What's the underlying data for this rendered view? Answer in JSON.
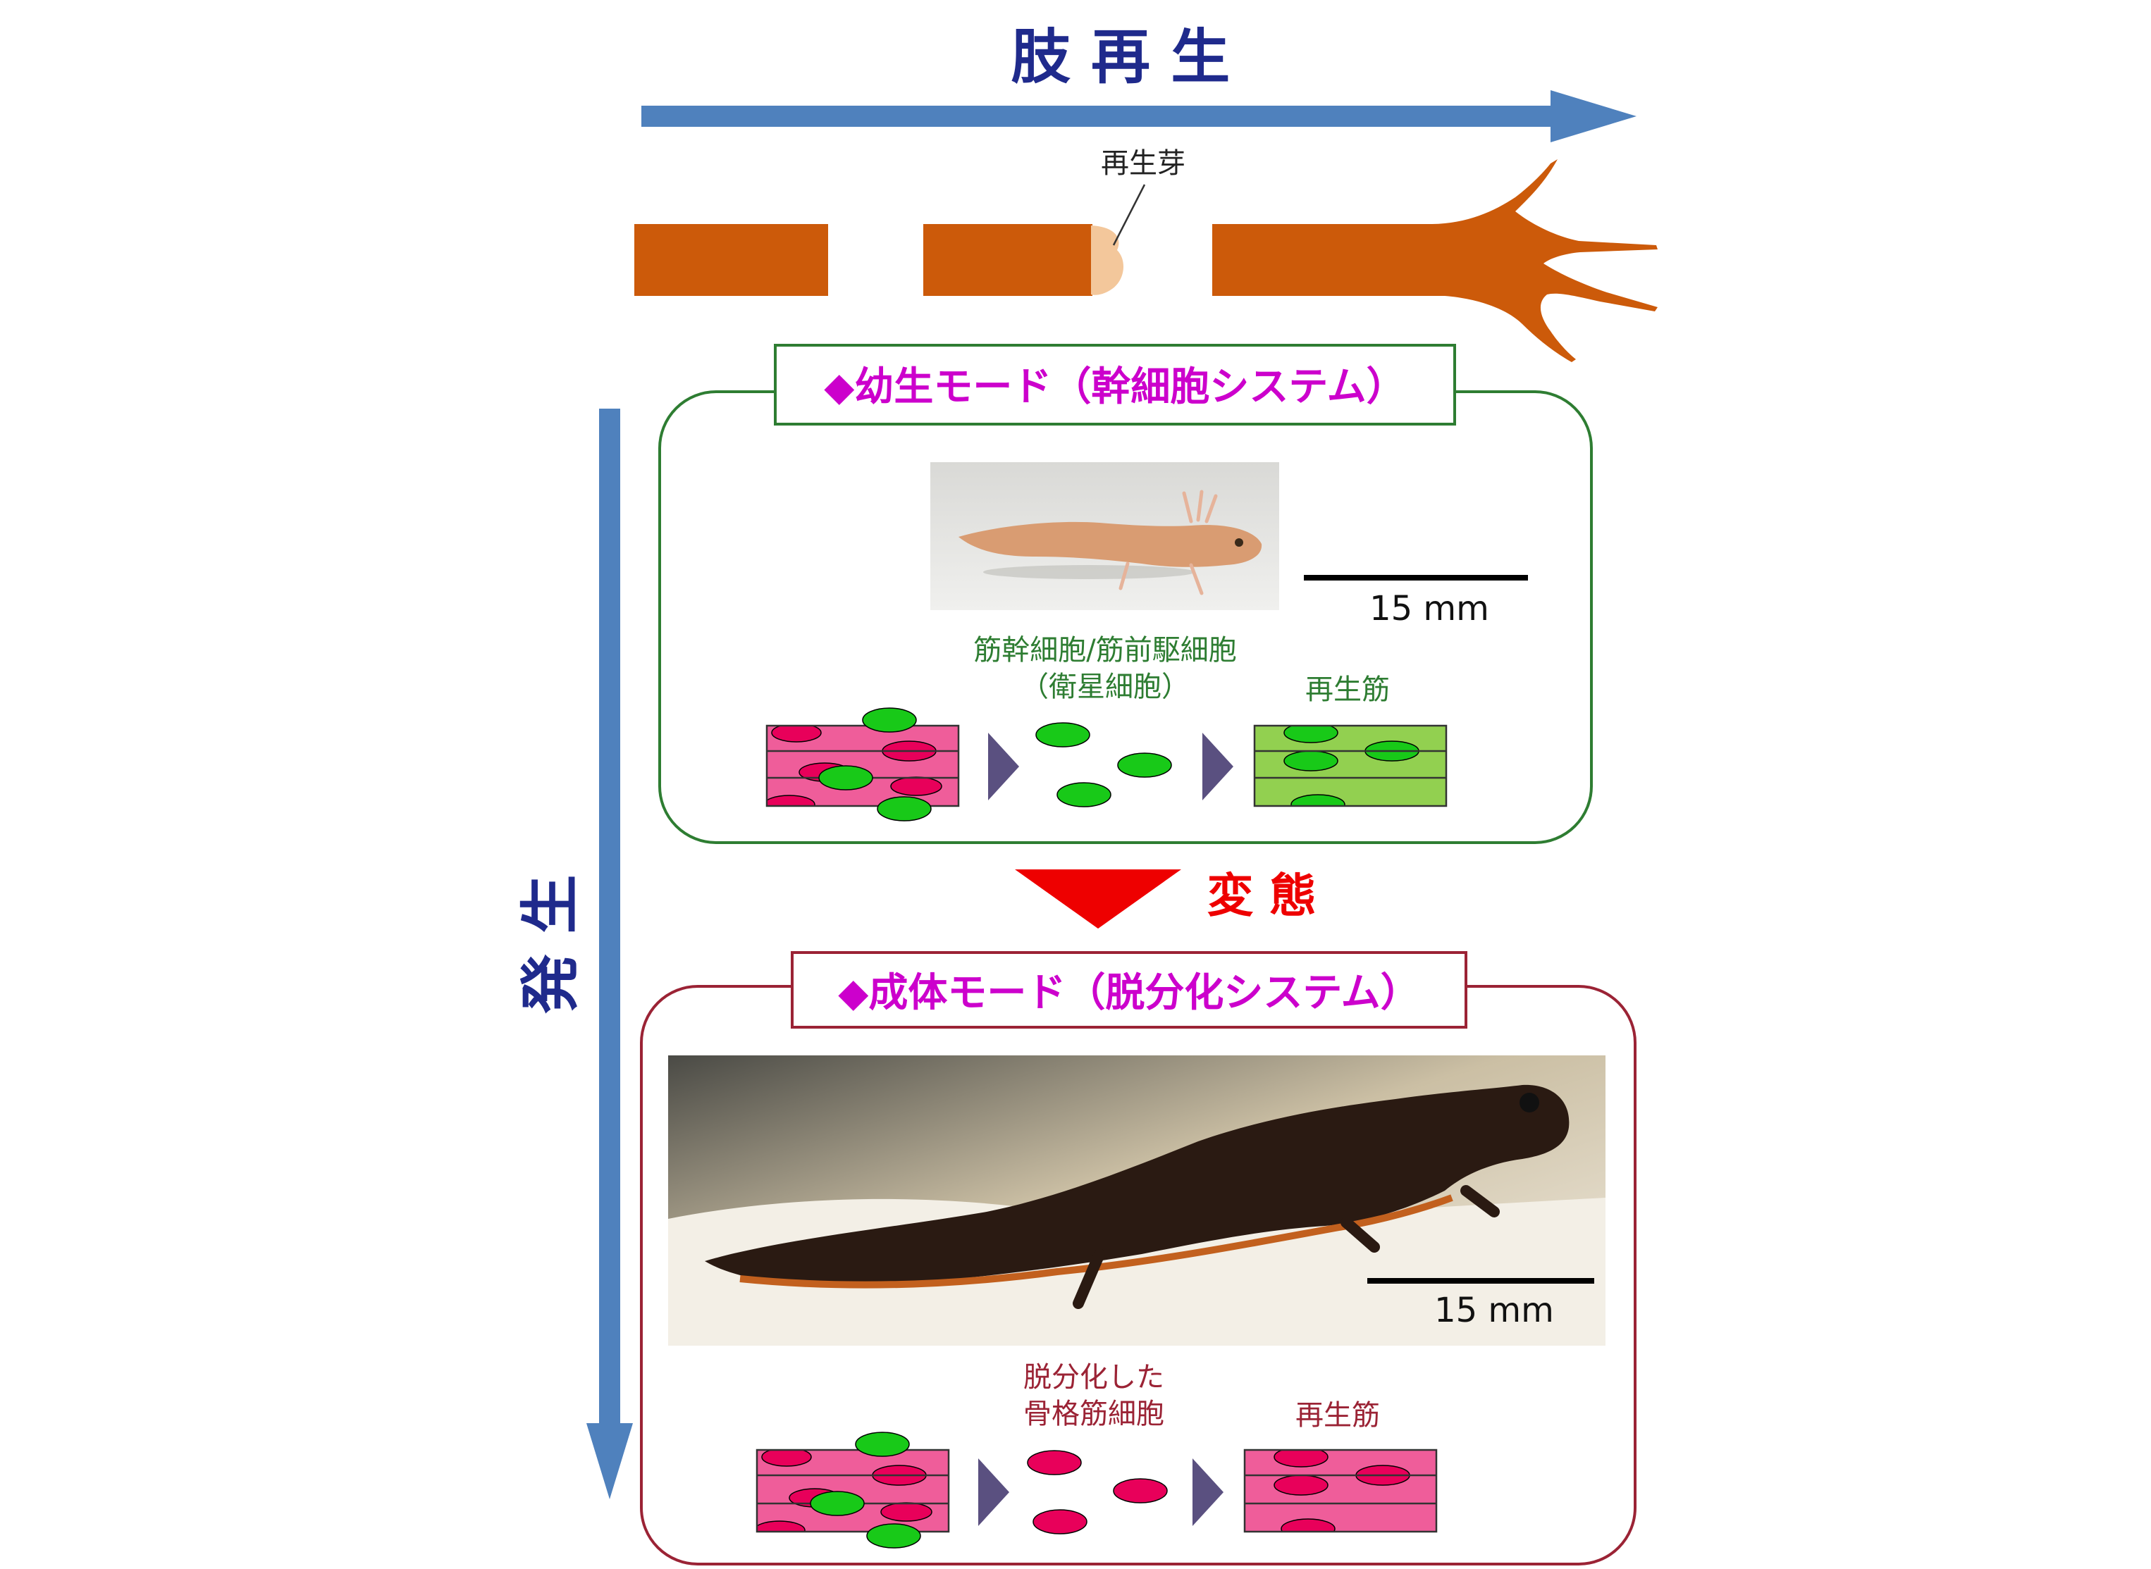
{
  "header": {
    "title": "肢 再 生"
  },
  "limb": {
    "blastema_label": "再生芽"
  },
  "axis": {
    "development_label": "発 生"
  },
  "larval": {
    "title": "◆幼生モード（幹細胞システム）",
    "scale_label": "15 mm",
    "cell_label_line1": "筋幹細胞/筋前駆細胞",
    "cell_label_line2": "（衛星細胞）",
    "regen_label": "再生筋"
  },
  "transition": {
    "label": "変 態"
  },
  "adult": {
    "title": "◆成体モード（脱分化システム）",
    "scale_label": "15 mm",
    "cell_label_line1": "脱分化した",
    "cell_label_line2": "骨格筋細胞",
    "regen_label": "再生筋"
  },
  "colors": {
    "arrow_blue": "#4f81bd",
    "title_navy": "#1f2a8c",
    "accent_magenta": "#cc00cc",
    "larval_green": "#2e7d32",
    "adult_darkred": "#9b2335",
    "limb_orange": "#cc5a0a",
    "muscle_pink": "#ef5d9a",
    "cell_green": "#18c918",
    "cell_red": "#e8005a",
    "transition_red": "#ee0000"
  }
}
